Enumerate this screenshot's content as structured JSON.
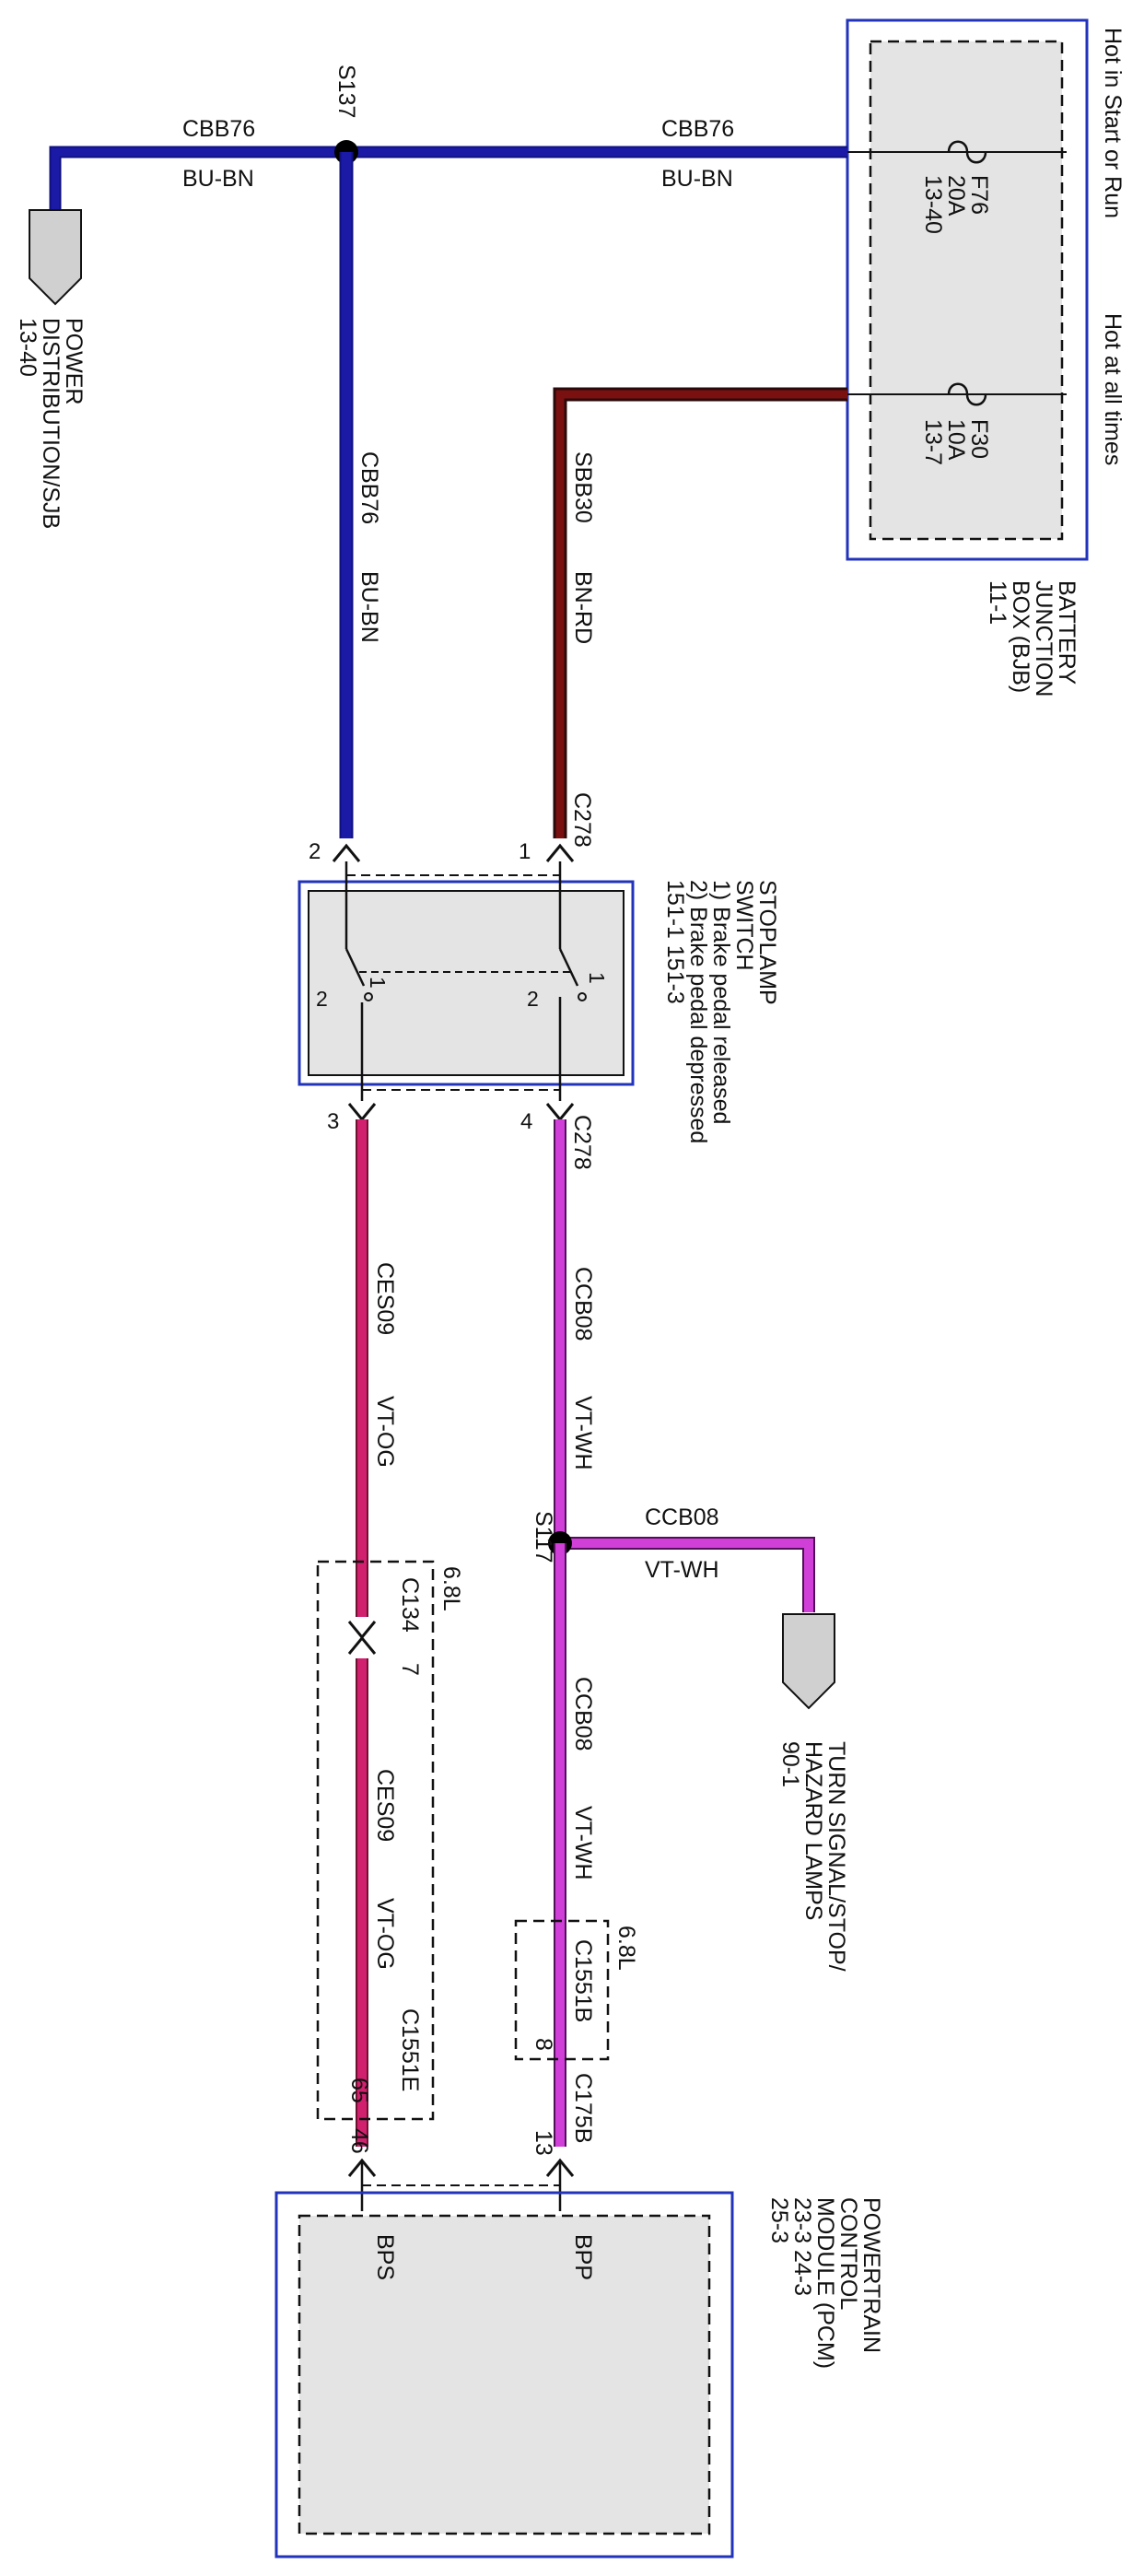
{
  "colors": {
    "blue_bn": "#1a1aa6",
    "blue_bn_edge": "#101080",
    "red_bn": "#7a1010",
    "red_bn_edge": "#2a0a0a",
    "vt_og": "#d0206e",
    "vt_og_edge": "#701030",
    "vt_wh": "#d040d8",
    "vt_wh_edge": "#501058",
    "box_border": "#2233bb",
    "box_fill": "#e4e4e4"
  },
  "bjb": {
    "label": [
      "BATTERY",
      "JUNCTION",
      "BOX (BJB)",
      "11-1"
    ],
    "hot_start_run": "Hot in Start or Run",
    "hot_all_times": "Hot at all times",
    "fuse_f76": [
      "F76",
      "20A",
      "13-40"
    ],
    "fuse_f30": [
      "F30",
      "10A",
      "13-7"
    ]
  },
  "wires": {
    "top_left": {
      "circuit": "CBB76",
      "color": "BU-BN"
    },
    "top_right": {
      "circuit": "CBB76",
      "color": "BU-BN"
    },
    "vert_left": {
      "circuit": "CBB76",
      "color": "BU-BN"
    },
    "vert_right": {
      "circuit": "SBB30",
      "color": "BN-RD"
    },
    "ces09_upper": {
      "circuit": "CES09",
      "color": "VT-OG"
    },
    "ces09_lower": {
      "circuit": "CES09",
      "color": "VT-OG"
    },
    "ccb08_upper": {
      "circuit": "CCB08",
      "color": "VT-WH"
    },
    "ccb08_branch": {
      "circuit": "CCB08",
      "color": "VT-WH"
    },
    "ccb08_lower": {
      "circuit": "CCB08",
      "color": "VT-WH"
    }
  },
  "splices": {
    "s137": "S137",
    "s117": "S117"
  },
  "power_distribution": [
    "POWER",
    "DISTRIBUTION/SJB",
    "13-40"
  ],
  "stoplamp_switch": {
    "label": [
      "STOPLAMP",
      "SWITCH",
      "1) Brake pedal released",
      "2) Brake pedal depressed",
      "151-1   151-3"
    ],
    "connector_top": "C278",
    "connector_bottom": "C278",
    "pins": {
      "p1": "1",
      "p2": "2",
      "p3": "3",
      "p4": "4"
    },
    "contact_labels": [
      "2",
      "1",
      "2",
      "1"
    ]
  },
  "connectors": {
    "c134": "C134",
    "c134_pin": "7",
    "c134_note": "6.8L",
    "c1551e": "C1551E",
    "c1551e_pin": "65",
    "c1551b": "C1551B",
    "c1551b_pin": "8",
    "c1551b_note": "6.8L",
    "c175b": "C175B",
    "pcm_pin_left": "46",
    "pcm_pin_right": "13"
  },
  "turn_signal": [
    "TURN SIGNAL/STOP/",
    "HAZARD LAMPS",
    "90-1"
  ],
  "pcm": {
    "label": [
      "POWERTRAIN",
      "CONTROL",
      "MODULE (PCM)",
      "23-3        24-3",
      "25-3"
    ],
    "pin_bps": "BPS",
    "pin_bpp": "BPP"
  }
}
